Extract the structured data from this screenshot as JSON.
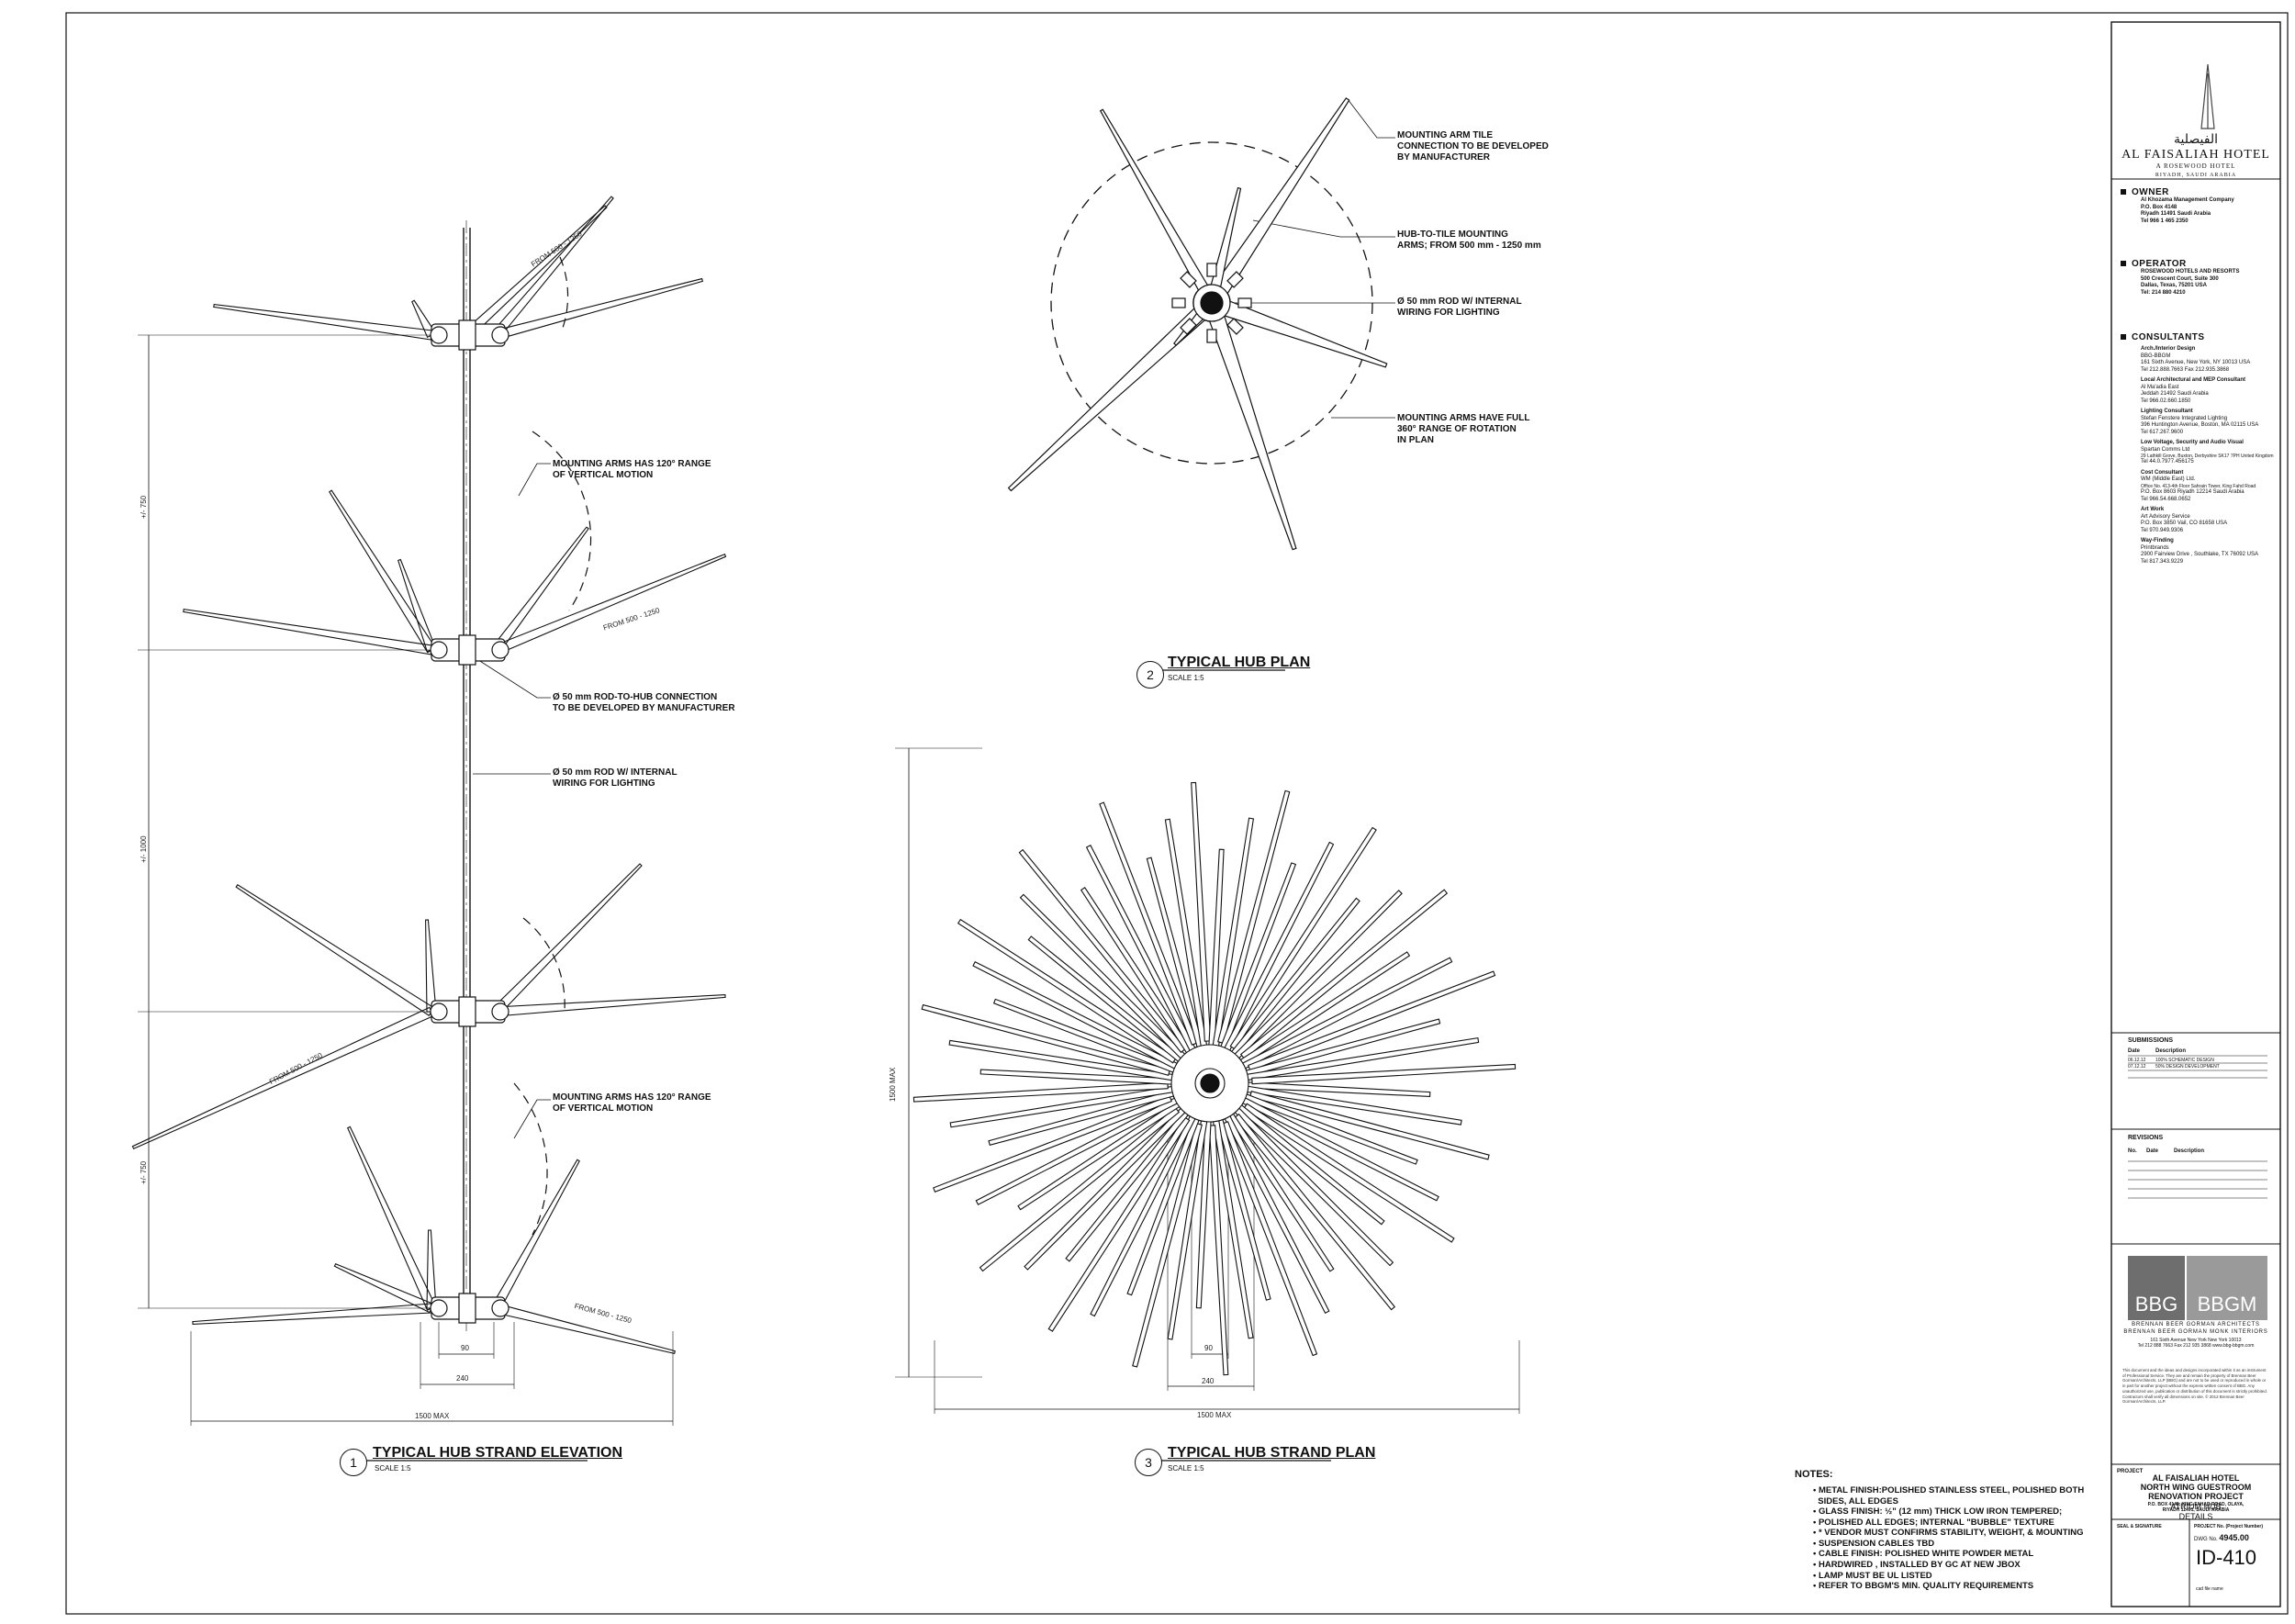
{
  "drawing1": {
    "number": "1",
    "title": "TYPICAL HUB STRAND ELEVATION",
    "scale": "SCALE 1:5",
    "notes": {
      "range_upper_1": "MOUNTING ARMS HAS 120° RANGE",
      "range_upper_2": "OF VERTICAL MOTION",
      "rod_conn_1": "Ø 50 mm ROD-TO-HUB CONNECTION",
      "rod_conn_2": "TO BE DEVELOPED BY MANUFACTURER",
      "rod_wiring_1": "Ø 50 mm ROD W/ INTERNAL",
      "rod_wiring_2": "WIRING FOR LIGHTING",
      "range_lower_1": "MOUNTING ARMS HAS 120° RANGE",
      "range_lower_2": "OF VERTICAL MOTION"
    },
    "dims": {
      "from_range": "FROM 500 - 1250",
      "v_upper": "+/- 750",
      "v_middle": "+/- 1000",
      "v_lower": "+/- 750",
      "d90": "90",
      "d240": "240",
      "d1500": "1500 MAX"
    }
  },
  "drawing2": {
    "number": "2",
    "title": "TYPICAL HUB PLAN",
    "scale": "SCALE 1:5",
    "notes": {
      "tile_1": "MOUNTING ARM TILE",
      "tile_2": "CONNECTION TO BE DEVELOPED",
      "tile_3": "BY MANUFACTURER",
      "arms_1": "HUB-TO-TILE MOUNTING",
      "arms_2": "ARMS; FROM 500 mm - 1250 mm",
      "rod_1": "Ø 50 mm ROD W/ INTERNAL",
      "rod_2": "WIRING FOR LIGHTING",
      "rot_1": "MOUNTING ARMS HAVE FULL",
      "rot_2": "360° RANGE OF ROTATION",
      "rot_3": "IN PLAN"
    }
  },
  "drawing3": {
    "number": "3",
    "title": "TYPICAL HUB STRAND PLAN",
    "scale": "SCALE 1:5",
    "dims": {
      "h1500": "1500 MAX",
      "d90": "90",
      "d240": "240",
      "d1500": "1500 MAX"
    }
  },
  "notes": {
    "heading": "NOTES:",
    "items": [
      "METAL FINISH:POLISHED STAINLESS STEEL, POLISHED BOTH",
      "SIDES, ALL EDGES",
      "GLASS FINISH: ½\" (12 mm) THICK LOW IRON TEMPERED;",
      "POLISHED ALL EDGES; INTERNAL \"BUBBLE\" TEXTURE",
      "* VENDOR MUST CONFIRMS STABILITY, WEIGHT, & MOUNTING",
      "SUSPENSION CABLES TBD",
      "CABLE FINISH: POLISHED WHITE POWDER METAL",
      "HARDWIRED , INSTALLED BY GC AT NEW JBOX",
      "LAMP MUST BE UL LISTED",
      "REFER TO BBGM'S MIN. QUALITY REQUIREMENTS"
    ]
  },
  "title_block": {
    "logo_arabic": "الفيصلية",
    "logo_name": "AL FAISALIAH HOTEL",
    "logo_sub": "A ROSEWOOD HOTEL",
    "logo_city": "RIYADH, SAUDI ARABIA",
    "owner_head": "OWNER",
    "owner_lines": [
      "Al Khozama Management Company",
      "P.O. Box 4148",
      "Riyadh 11491 Saudi Arabia",
      "Tel 966 1 465 2350"
    ],
    "operator_head": "OPERATOR",
    "operator_lines": [
      "ROSEWOOD HOTELS AND RESORTS",
      "500 Crescent Court, Suite 300",
      "Dallas, Texas, 75201 USA",
      "Tel: 214 880 4210"
    ],
    "consultants_head": "CONSULTANTS",
    "consultants": [
      {
        "role": "Arch./Interior Design",
        "lines": [
          "BBG-BBGM",
          "161 Sixth Avenue, New York, NY 10013 USA",
          "Tel 212.888.7663 Fax 212.935.3868"
        ]
      },
      {
        "role": "Local Architectural and MEP Consultant",
        "lines": [
          "Al Ma'adia East",
          "Jeddah 21492 Saudi Arabia",
          "Tel 966.02.660.1850"
        ]
      },
      {
        "role": "Lighting Consultant",
        "lines": [
          "Stefan Fenstere Integrated Lighting",
          "396 Huntington Avenue, Boston, MA 02115 USA",
          "Tel 617.267.9600"
        ]
      },
      {
        "role": "Low Voltage, Security and Audio Visual",
        "lines": [
          "Spartan Comms Ltd",
          "29 Lathkill Grove, Buxton, Derbyshire SK17 7PH United Kingdom",
          "Tel 44.0.7977.456175"
        ]
      },
      {
        "role": "Cost Consultant",
        "lines": [
          "WM (Middle East) Ltd.",
          "Office No. 413-4th Floor Sahrain Tower, King Fahd Road",
          "P.O. Box 8603 Riyadh 12214 Saudi Arabia",
          "Tel 966.54.668.0652"
        ]
      },
      {
        "role": "Art Work",
        "lines": [
          "Art Advisory Service",
          "P.O. Box 3850 Vail, CO 81658 USA",
          "Tel 970.949.9306"
        ]
      },
      {
        "role": "Way-Finding",
        "lines": [
          "Printbrands",
          "2900 Fairview Drive , Southlake, TX 76092 USA",
          "Tel 817.343.9229"
        ]
      }
    ],
    "submissions_head": "SUBMISSIONS",
    "sub_col_date": "Date",
    "sub_col_desc": "Description",
    "submissions": [
      {
        "date": "06.12.12",
        "desc": "100% SCHEMATIC DESIGN"
      },
      {
        "date": "07.12.12",
        "desc": "50% DESIGN DEVELOPMENT"
      }
    ],
    "revisions_head": "REVISIONS",
    "rev_col_no": "No.",
    "rev_col_date": "Date",
    "rev_col_desc": "Description",
    "bbg_left": "BBG",
    "bbg_right": "BBGM",
    "firm_line1": "BRENNAN BEER GORMAN ARCHITECTS",
    "firm_line2": "BRENNAN BEER GORMAN MONK INTERIORS",
    "firm_address": "161 Sixth Avenue New York New York 10013",
    "firm_tel": "Tel 212 888 7663   Fax 212 935 3868   www.bbg-bbgm.com",
    "disclaimer": "This document and the ideas and designs incorporated within it as an instrument of Professional Service. They are and remain the property of Brennan Beer Gorman/Architects, LLP (BBG) and are not to be used or reproduced in whole or in part for another project without the express written consent of BBG. Any unauthorized use, publication or distribution of this document is strictly prohibited. Contractors shall verify all dimensions on site. © 2012 Brennan Beer Gorman/Architects, LLP.",
    "project_head": "PROJECT",
    "project_name1": "AL FAISALIAH HOTEL",
    "project_name2": "NORTH WING GUESTROOM",
    "project_name3": "RENOVATION PROJECT",
    "project_addr1": "P.O. BOX 4148, KING FAHAD ROAD, OLAYA,",
    "project_addr2": "RIYADH 11491, SAUDI ARABIA",
    "sheet_title1": "ATRIUM HUB",
    "sheet_title2": "DETAILS",
    "seal_label": "SEAL & SIGNATURE",
    "proj_no_label": "PROJECT No. (Project Number)",
    "dwg_no_label": "DWG No.",
    "dwg_no_value": "4945.00",
    "sheet_number": "ID-410",
    "cad_label": "cad file name"
  },
  "colors": {
    "line": "#111111",
    "paper": "#ffffff",
    "logo_left": "#6e6e6e",
    "logo_right": "#9a9a9a"
  }
}
